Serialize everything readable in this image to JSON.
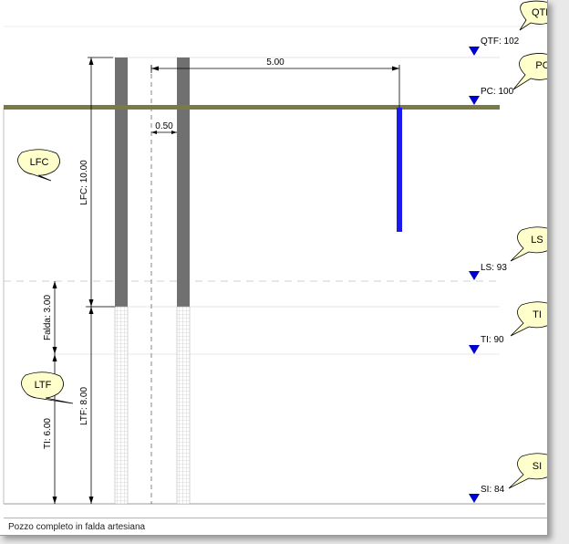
{
  "caption": "Pozzo completo in falda artesiana",
  "colors": {
    "ground": "#7a7a45",
    "well_casing": "#707070",
    "filter": "#c8c8c8",
    "marker": "#0000cc",
    "blue_rod": "#1a1aee",
    "callout_fill": "#ffffcc",
    "dim_line": "#000000",
    "aux_line": "#d8d8d8"
  },
  "levels": {
    "qtf": "QTF: 102",
    "pc": "PC: 100",
    "ls": "LS: 93",
    "ti": "TI: 90",
    "si": "SI: 84"
  },
  "callouts": {
    "qtf": "QTF",
    "pc": "PC",
    "lfc": "LFC",
    "ls": "LS",
    "ti": "TI",
    "ltf": "LTF",
    "si": "SI"
  },
  "dimensions": {
    "distance": "5.00",
    "casing_gap": "0.50",
    "lfc": "LFC: 10.00",
    "falda": "Falda: 3.00",
    "ltf": "LTF: 8.00",
    "ti": "TI: 6.00"
  },
  "icons": {
    "level_marker": "down-triangle-icon",
    "callout": "speech-bubble-icon"
  }
}
